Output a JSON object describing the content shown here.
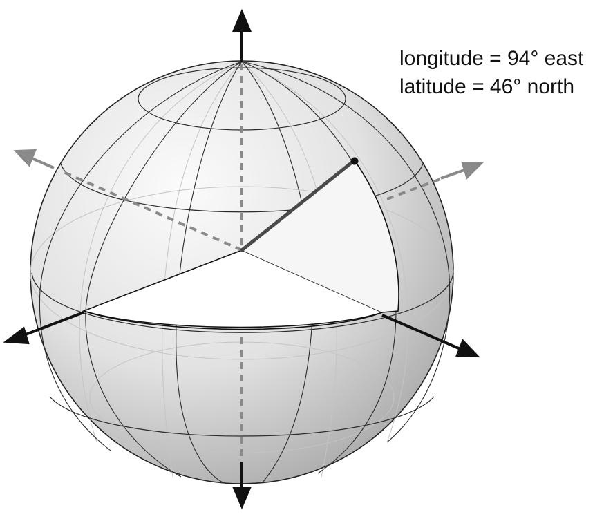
{
  "labels": {
    "longitude": "longitude = 94° east",
    "latitude": "latitude = 46° north"
  },
  "point": {
    "longitude_deg": 94,
    "longitude_dir": "east",
    "latitude_deg": 46,
    "latitude_dir": "north"
  },
  "colors": {
    "sphere_light": "#fbfbfb",
    "sphere_dark": "#a9a9a9",
    "axis_front": "#111111",
    "axis_hidden": "#8a8a8a",
    "radius_line": "#4a4a4a",
    "cutaway_fill": "#ffffff"
  }
}
